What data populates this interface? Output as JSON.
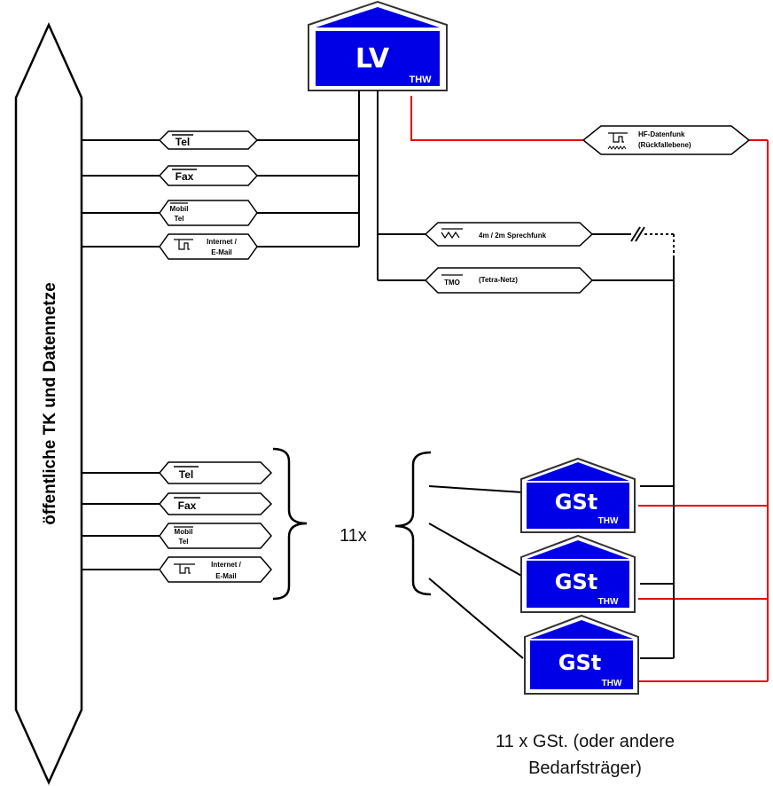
{
  "network": {
    "label": "öffentliche TK und Datennetze"
  },
  "lv": {
    "title": "LV",
    "org": "THW"
  },
  "gst": {
    "title": "GSt",
    "org": "THW"
  },
  "services_top": {
    "tel": "Tel",
    "fax": "Fax",
    "mobil_line1": "Mobil",
    "mobil_line2": "Tel",
    "internet_line1": "Internet /",
    "internet_line2": "E-Mail"
  },
  "services_bottom": {
    "tel": "Tel",
    "fax": "Fax",
    "mobil_line1": "Mobil",
    "mobil_line2": "Tel",
    "internet_line1": "Internet /",
    "internet_line2": "E-Mail"
  },
  "radio": {
    "hf_line1": "HF-Datenfunk",
    "hf_line2": "(Rückfallebene)",
    "sprechfunk": "4m / 2m Sprechfunk",
    "tmo_label": "TMO",
    "tmo_text": "(Tetra-Netz)"
  },
  "multiplier": "11x",
  "caption": {
    "line1": "11 x GSt. (oder andere",
    "line2": "Bedarfsträger)"
  },
  "colors": {
    "house_fill": "#0000e6",
    "red_line": "#e60000",
    "line": "#000000"
  }
}
